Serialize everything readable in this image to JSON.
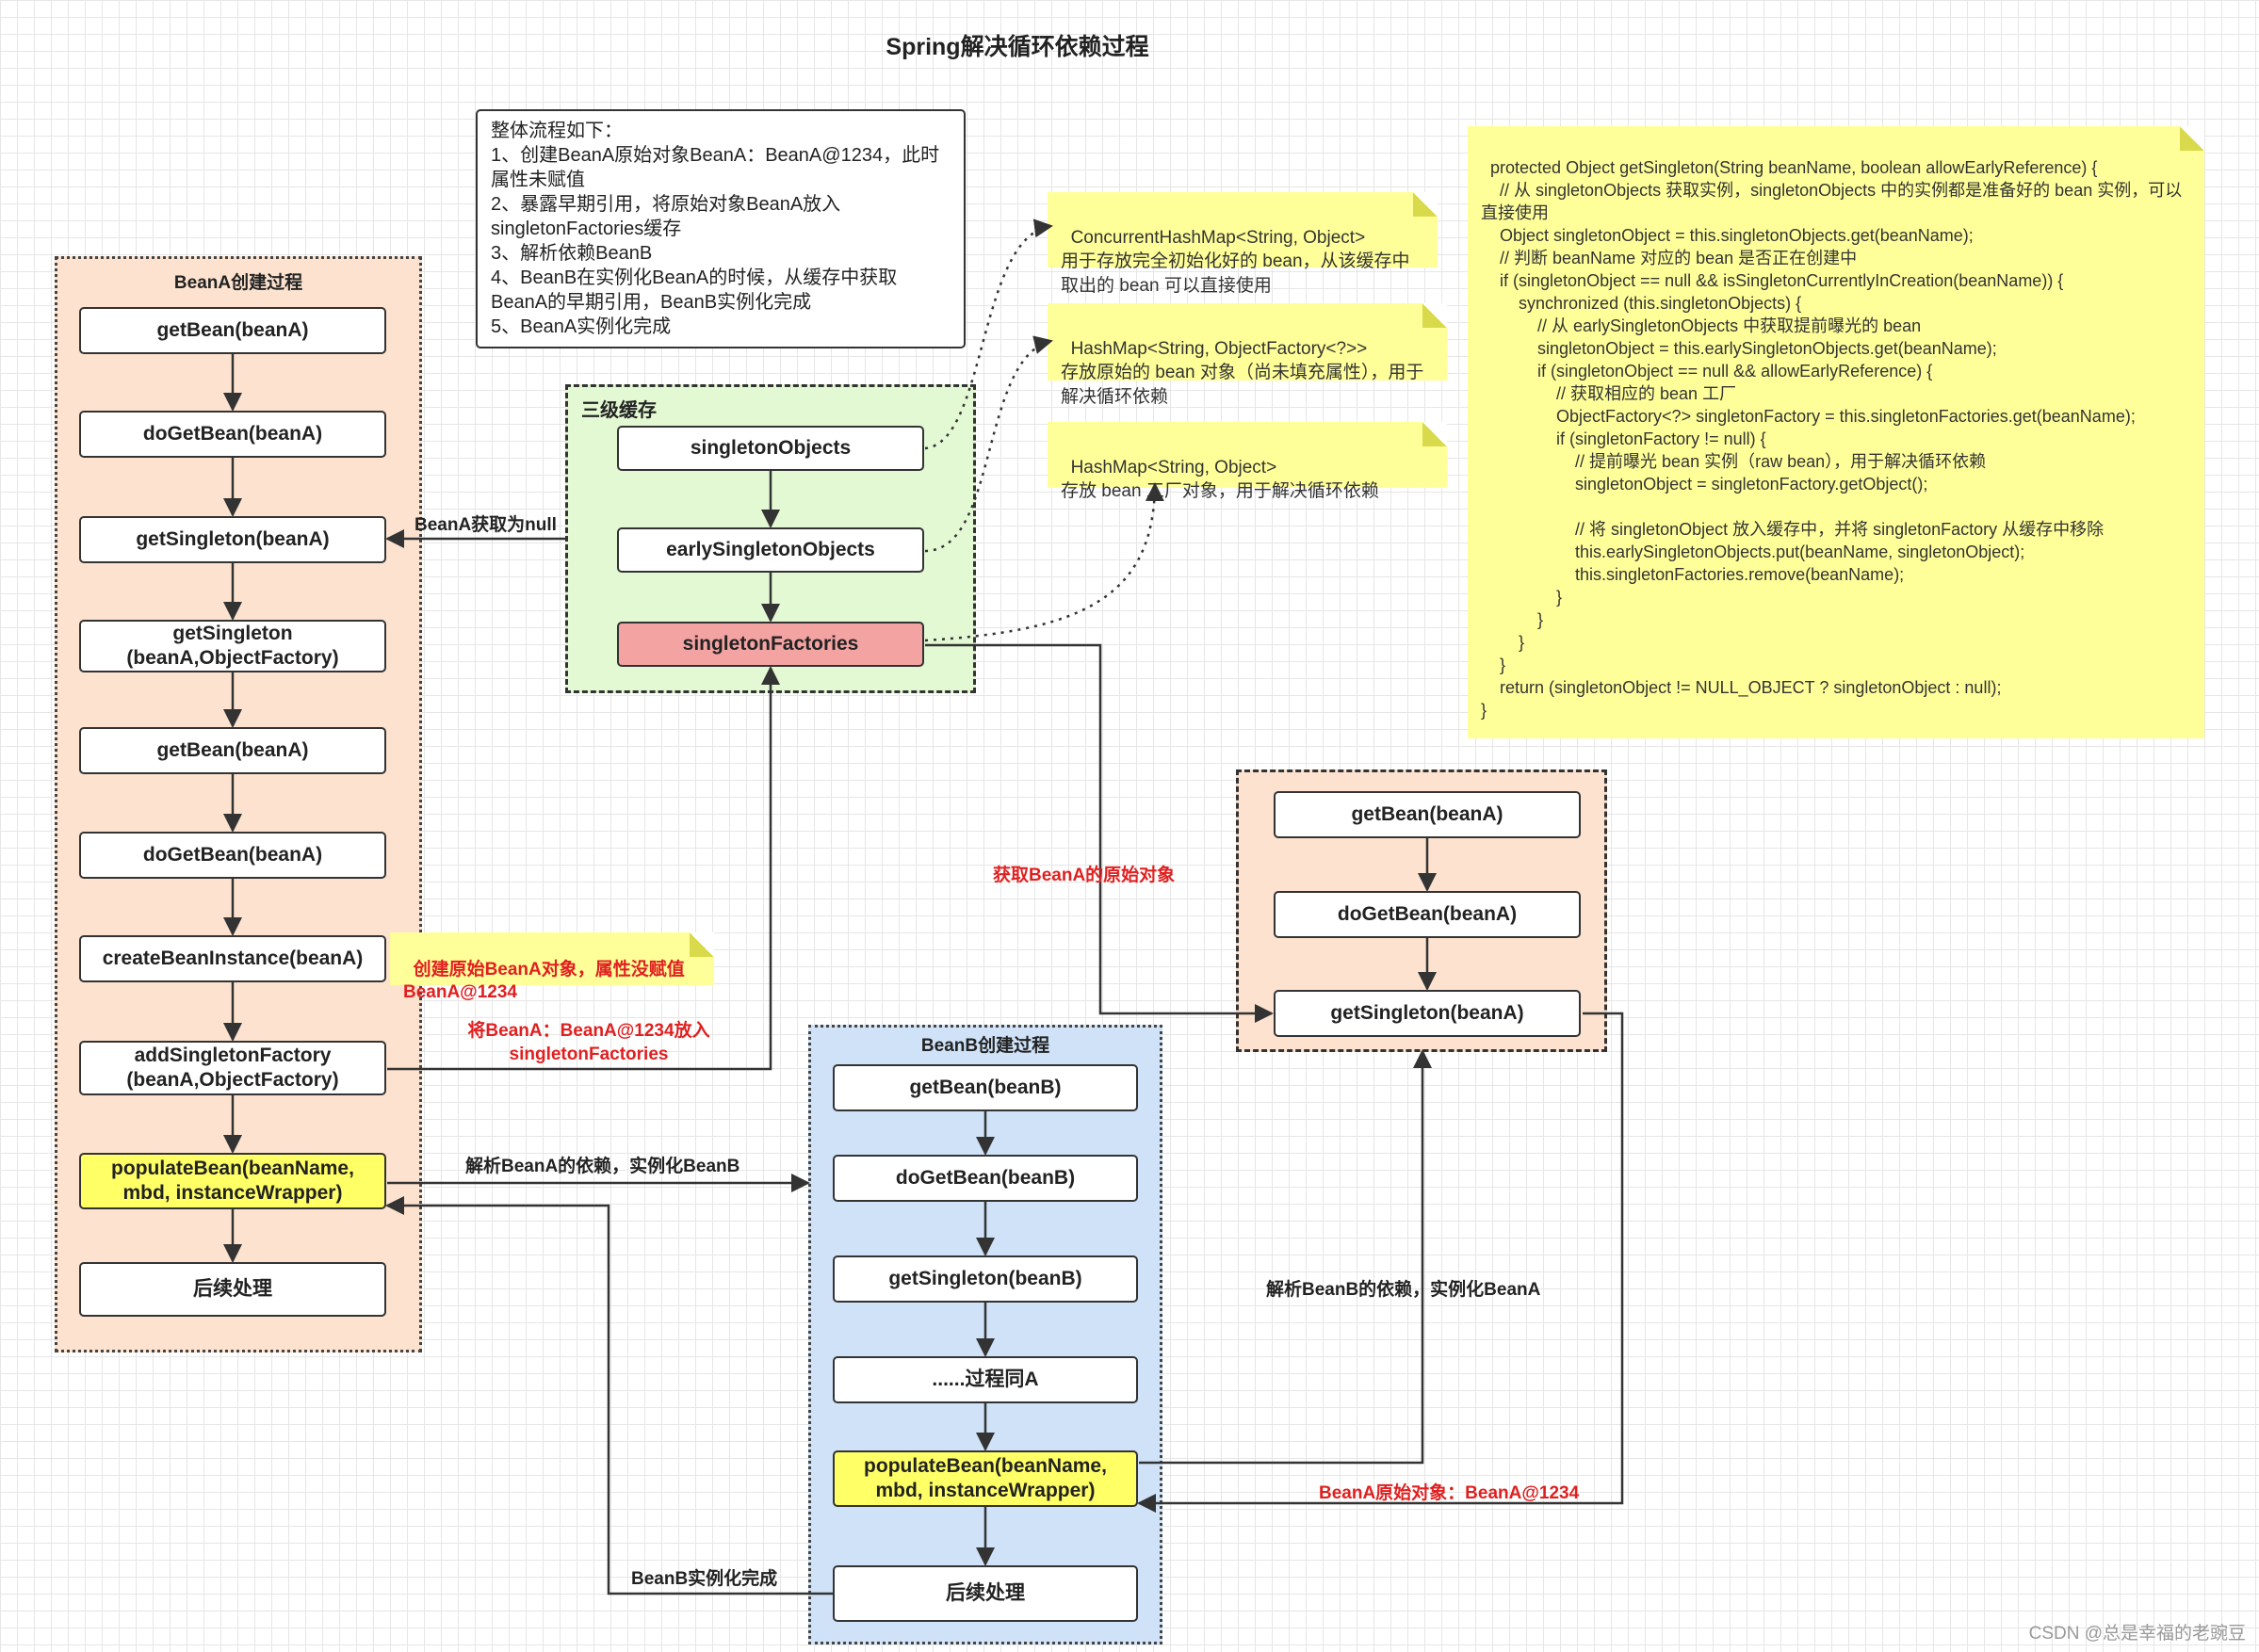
{
  "title": "Spring解决循环依赖过程",
  "flow_note": "整体流程如下：\n1、创建BeanA原始对象BeanA：BeanA@1234，此时属性未赋值\n2、暴露早期引用，将原始对象BeanA放入singletonFactories缓存\n3、解析依赖BeanB\n4、BeanB在实例化BeanA的时候，从缓存中获取BeanA的早期引用，BeanB实例化完成\n5、BeanA实例化完成",
  "beanA_group": {
    "label": "BeanA创建过程",
    "nodes": [
      "getBean(beanA)",
      "doGetBean(beanA)",
      "getSingleton(beanA)",
      "getSingleton\n(beanA,ObjectFactory)",
      "getBean(beanA)",
      "doGetBean(beanA)",
      "createBeanInstance(beanA)",
      "addSingletonFactory\n(beanA,ObjectFactory)",
      "populateBean(beanName,\nmbd, instanceWrapper)",
      "后续处理"
    ]
  },
  "cache_group": {
    "label": "三级缓存",
    "nodes": [
      "singletonObjects",
      "earlySingletonObjects",
      "singletonFactories"
    ]
  },
  "beanB_group": {
    "label": "BeanB创建过程",
    "nodes": [
      "getBean(beanB)",
      "doGetBean(beanB)",
      "getSingleton(beanB)",
      "......过程同A",
      "populateBean(beanName,\nmbd, instanceWrapper)",
      "后续处理"
    ]
  },
  "right_group": {
    "nodes": [
      "getBean(beanA)",
      "doGetBean(beanA)",
      "getSingleton(beanA)"
    ]
  },
  "notes": {
    "singletonObjects": "ConcurrentHashMap<String, Object>\n用于存放完全初始化好的 bean，从该缓存中取出的 bean 可以直接使用",
    "earlySingletonObjects": "HashMap<String, ObjectFactory<?>>\n存放原始的 bean 对象（尚未填充属性），用于解决循环依赖",
    "singletonFactories": "HashMap<String, Object>\n存放 bean 工厂对象，用于解决循环依赖",
    "create_instance": "创建原始BeanA对象，属性没赋值\nBeanA@1234"
  },
  "code": "protected Object getSingleton(String beanName, boolean allowEarlyReference) {\n    // 从 singletonObjects 获取实例，singletonObjects 中的实例都是准备好的 bean 实例，可以直接使用\n    Object singletonObject = this.singletonObjects.get(beanName);\n    // 判断 beanName 对应的 bean 是否正在创建中\n    if (singletonObject == null && isSingletonCurrentlyInCreation(beanName)) {\n        synchronized (this.singletonObjects) {\n            // 从 earlySingletonObjects 中获取提前曝光的 bean\n            singletonObject = this.earlySingletonObjects.get(beanName);\n            if (singletonObject == null && allowEarlyReference) {\n                // 获取相应的 bean 工厂\n                ObjectFactory<?> singletonFactory = this.singletonFactories.get(beanName);\n                if (singletonFactory != null) {\n                    // 提前曝光 bean 实例（raw bean），用于解决循环依赖\n                    singletonObject = singletonFactory.getObject();\n\n                    // 将 singletonObject 放入缓存中，并将 singletonFactory 从缓存中移除\n                    this.earlySingletonObjects.put(beanName, singletonObject);\n                    this.singletonFactories.remove(beanName);\n                }\n            }\n        }\n    }\n    return (singletonObject != NULL_OBJECT ? singletonObject : null);\n}",
  "edge_labels": {
    "null_from_cache": "BeanA获取为null",
    "put_factory": "将BeanA：BeanA@1234放入\nsingletonFactories",
    "resolve_b": "解析BeanA的依赖，实例化BeanB",
    "get_raw": "获取BeanA的原始对象",
    "resolve_a": "解析BeanB的依赖，实例化BeanA",
    "raw_object": "BeanA原始对象：BeanA@1234",
    "b_done": "BeanB实例化完成"
  },
  "watermark": "CSDN @总是幸福的老豌豆"
}
